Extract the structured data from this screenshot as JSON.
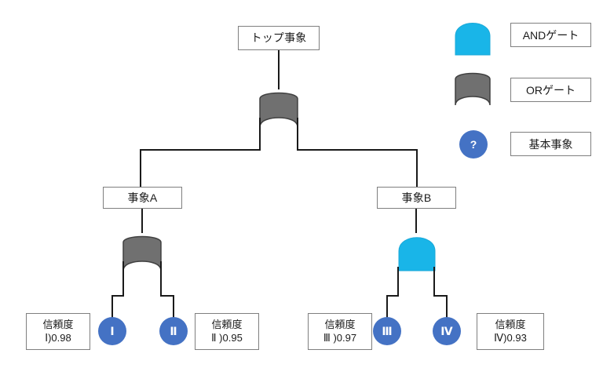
{
  "diagram": {
    "type": "fault-tree",
    "title_text": "トップ事象"
  },
  "nodes": {
    "top_event": {
      "label": "トップ事象"
    },
    "event_a": {
      "label": "事象A"
    },
    "event_b": {
      "label": "事象B"
    }
  },
  "gates": {
    "top_gate": {
      "type": "OR",
      "color": "#707070"
    },
    "gate_a": {
      "type": "OR",
      "color": "#707070"
    },
    "gate_b": {
      "type": "AND",
      "color": "#19b5e8"
    }
  },
  "basic_events": [
    {
      "id": "I",
      "label": "Ⅰ",
      "color": "#4472c4"
    },
    {
      "id": "II",
      "label": "Ⅱ",
      "color": "#4472c4"
    },
    {
      "id": "III",
      "label": "Ⅲ",
      "color": "#4472c4"
    },
    {
      "id": "IV",
      "label": "Ⅳ",
      "color": "#4472c4"
    }
  ],
  "reliability": [
    {
      "title": "信頼度",
      "value": "Ⅰ)0.98"
    },
    {
      "title": "信頼度",
      "value": "Ⅱ )0.95"
    },
    {
      "title": "信頼度",
      "value": "Ⅲ )0.97"
    },
    {
      "title": "信頼度",
      "value": "Ⅳ)0.93"
    }
  ],
  "legend": {
    "items": [
      {
        "label": "ANDゲート",
        "symbol": "and-gate-symbol",
        "color": "#19b5e8"
      },
      {
        "label": "ORゲート",
        "symbol": "or-gate-symbol",
        "color": "#707070"
      },
      {
        "label": "基本事象",
        "symbol": "basic-event-symbol",
        "color": "#4472c4",
        "glyph": "?"
      }
    ]
  },
  "colors": {
    "and_gate": "#19b5e8",
    "or_gate": "#707070",
    "basic_event": "#4472c4",
    "line": "#1a1a1a",
    "box_border": "#7f7f7f",
    "background": "#ffffff"
  }
}
